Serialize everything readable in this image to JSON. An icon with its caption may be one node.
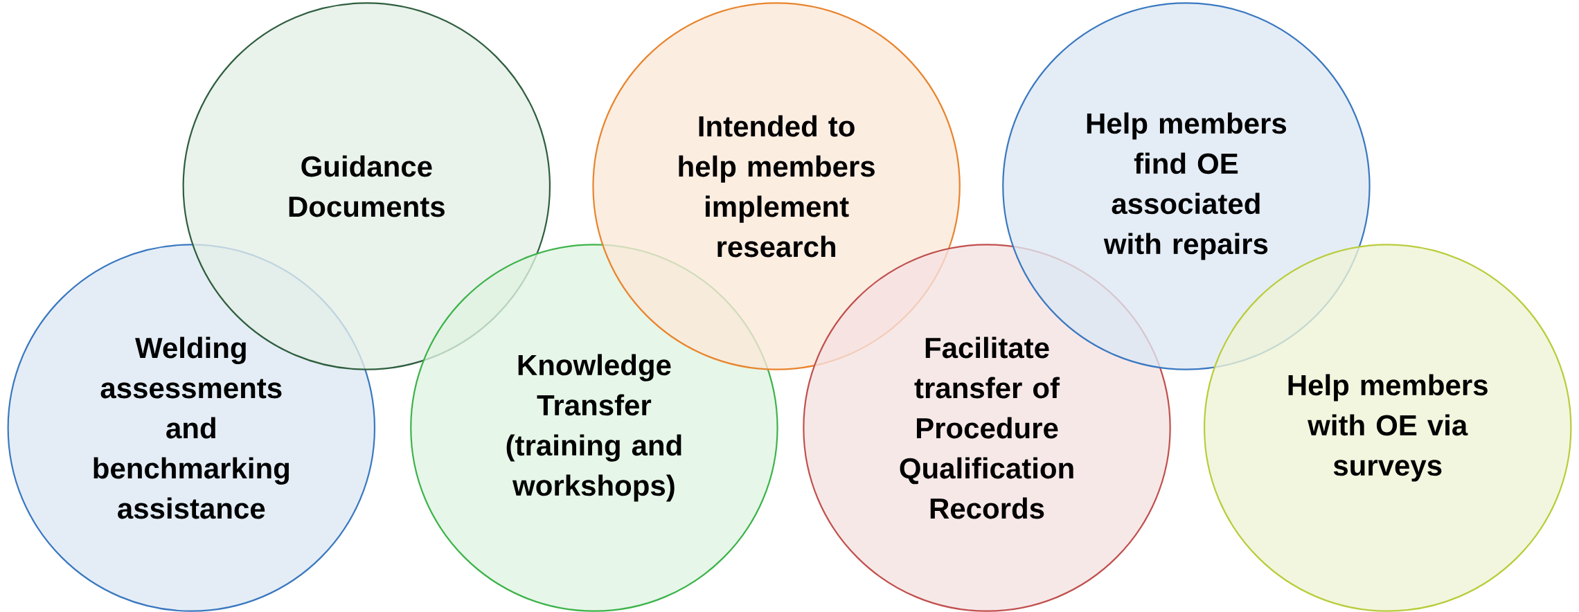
{
  "diagram": {
    "nodes": [
      {
        "text": [
          "Welding assessments and benchmarking assistance"
        ]
      },
      {
        "text": [
          "Guidance Documents"
        ]
      },
      {
        "text": [
          "Knowledge Transfer (training and workshops)"
        ]
      },
      {
        "text": [
          "Intended to help members implement research"
        ]
      },
      {
        "text": [
          "Facilitate transfer of Procedure Qualification Records"
        ]
      },
      {
        "text": [
          "Help members find OE associated with repairs"
        ]
      },
      {
        "text": [
          "Help members with OE via surveys"
        ]
      }
    ]
  }
}
